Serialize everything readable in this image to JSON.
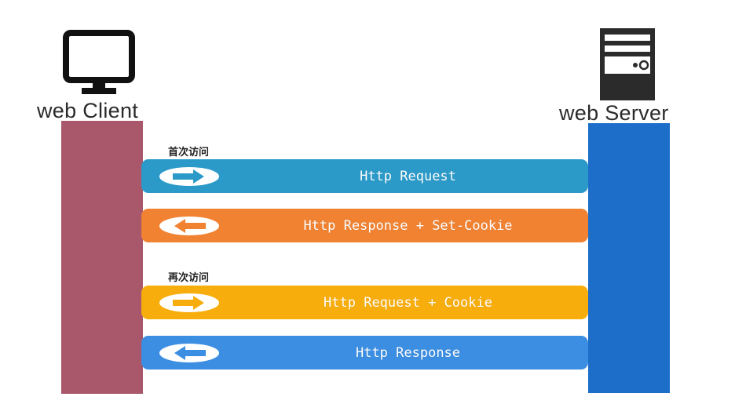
{
  "client": {
    "label": "web Client",
    "icon": "monitor-icon",
    "color": "#a8586a"
  },
  "server": {
    "label": "web Server",
    "icon": "server-icon",
    "color": "#1c6ec9"
  },
  "sections": [
    {
      "label": "首次访问",
      "messages": [
        {
          "text": "Http Request",
          "direction": "to-server",
          "color": "#2b9ac9"
        },
        {
          "text": "Http Response + Set-Cookie",
          "direction": "to-client",
          "color": "#f08232"
        }
      ]
    },
    {
      "label": "再次访问",
      "messages": [
        {
          "text": "Http Request + Cookie",
          "direction": "to-server",
          "color": "#f7ad0c"
        },
        {
          "text": "Http Response",
          "direction": "to-client",
          "color": "#3b8ee1"
        }
      ]
    }
  ]
}
